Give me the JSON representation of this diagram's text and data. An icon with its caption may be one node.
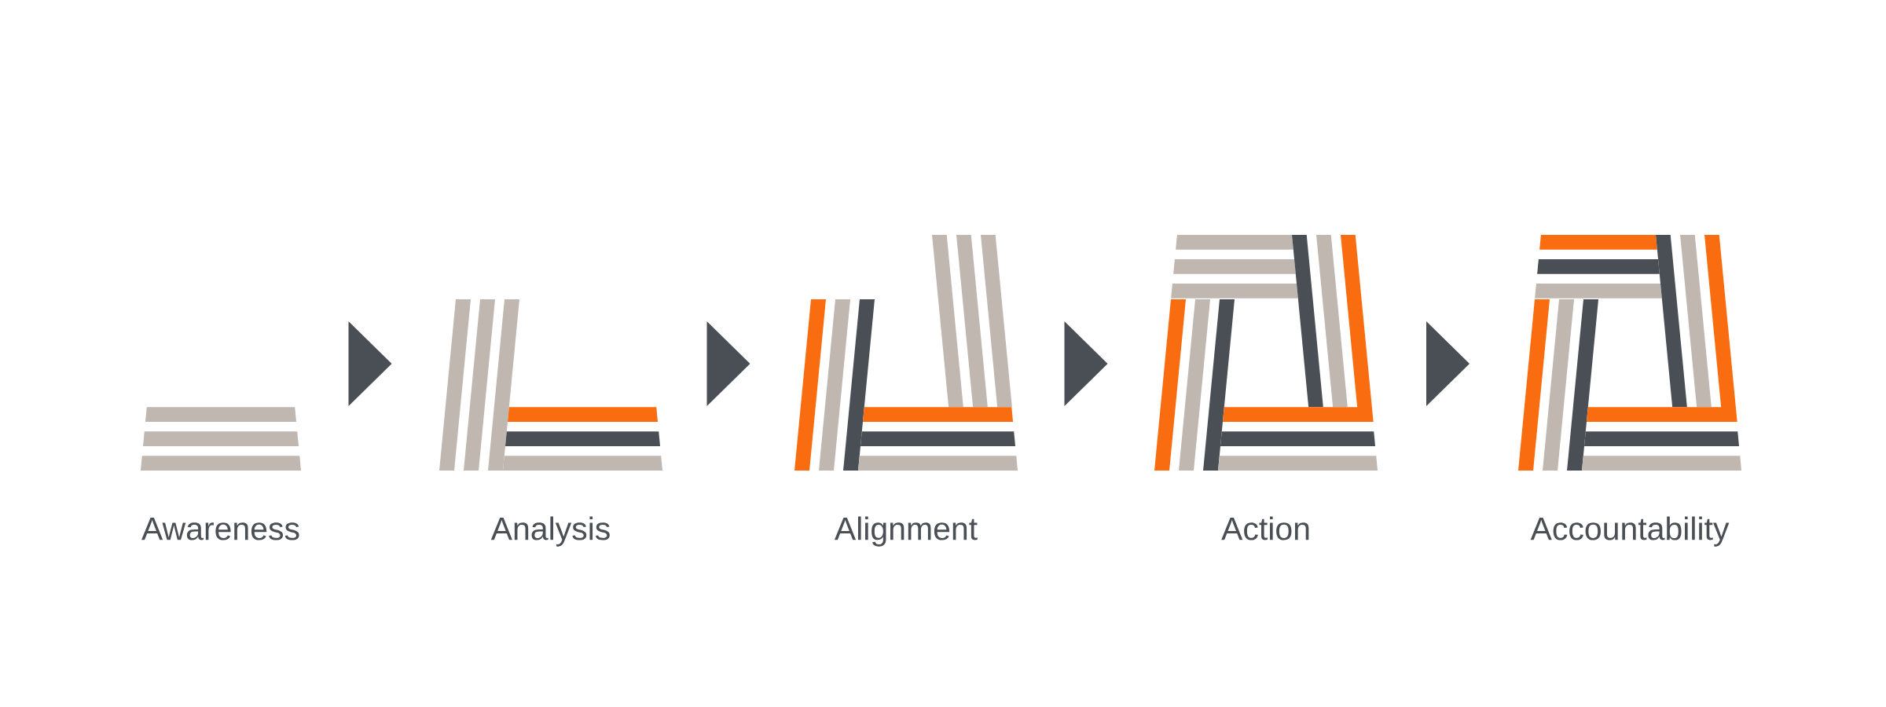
{
  "diagram": {
    "nodes": [
      {
        "text": [
          "Awareness"
        ]
      },
      {
        "text": [
          "Analysis"
        ]
      },
      {
        "text": [
          "Alignment"
        ]
      },
      {
        "text": [
          "Action"
        ]
      },
      {
        "text": [
          "Accountability"
        ]
      }
    ],
    "edges": [
      {
        "from": 0,
        "to": 1,
        "arrow": "to"
      },
      {
        "from": 1,
        "to": 2,
        "arrow": "to"
      },
      {
        "from": 2,
        "to": 3,
        "arrow": "to"
      },
      {
        "from": 3,
        "to": 4,
        "arrow": "to"
      }
    ]
  }
}
